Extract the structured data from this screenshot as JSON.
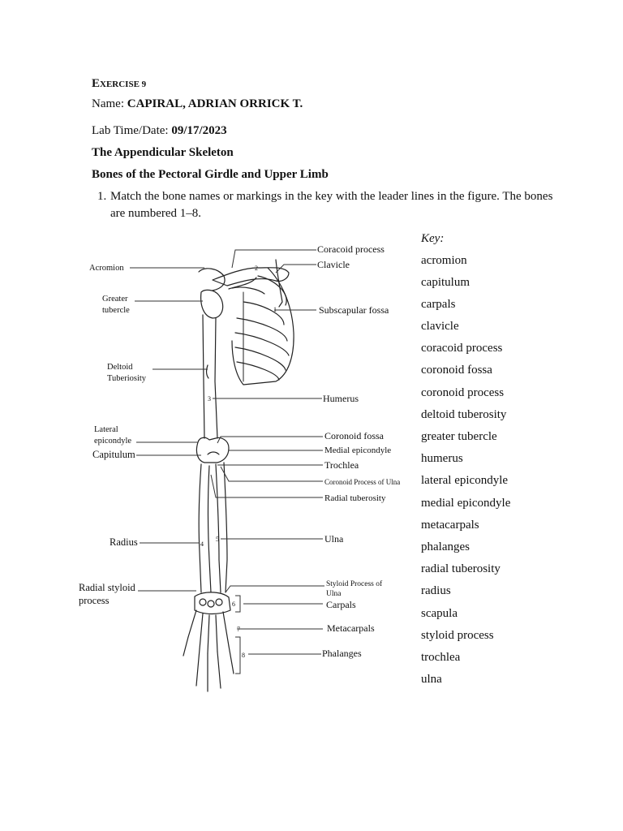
{
  "header": {
    "exercise_e": "E",
    "exercise_rest": "XERCISE 9",
    "name_label": "Name:",
    "name_value": "CAPIRAL, ADRIAN ORRICK T.",
    "lab_label": "Lab Time/Date:",
    "lab_value": "09/17/2023",
    "section_title": "The Appendicular Skeleton",
    "subsection_title": "Bones of the Pectoral Girdle and Upper Limb"
  },
  "question": {
    "number": "1.",
    "line1": "Match the bone names or markings in the key with the leader lines in the figure. The bones",
    "line2": "are numbered 1–8."
  },
  "figure": {
    "left_labels": {
      "acromion": "Acromion",
      "greater_1": "Greater",
      "greater_2": "tubercle",
      "deltoid_1": "Deltoid",
      "deltoid_2": "Tuberiosity",
      "lateral_1": "Lateral",
      "lateral_2": "epicondyle",
      "capitulum": "Capitulum",
      "radius": "Radius",
      "radial_styloid_1": "Radial styloid",
      "radial_styloid_2": "process"
    },
    "right_labels": {
      "coracoid": "Coracoid process",
      "clavicle": "Clavicle",
      "subscapular": "Subscapular fossa",
      "humerus": "Humerus",
      "coronoid_fossa": "Coronoid fossa",
      "medial_epicondyle": "Medial epicondyle",
      "trochlea": "Trochlea",
      "coronoid_process_ulna": "Coronoid Process of Ulna",
      "radial_tuberosity": "Radial tuberosity",
      "ulna": "Ulna",
      "styloid_ulna_1": "Styloid Process of",
      "styloid_ulna_2": "Ulna",
      "carpals": "Carpals",
      "metacarpals": "Metacarpals",
      "phalanges": "Phalanges"
    },
    "numbers": {
      "n1": "1",
      "n2": "2",
      "n3": "3",
      "n4": "4",
      "n5": "5",
      "n6": "6",
      "n7": "7",
      "n8": "8"
    }
  },
  "key": {
    "title": "Key:",
    "items": [
      "acromion",
      "capitulum",
      "carpals",
      "clavicle",
      "coracoid process",
      "coronoid fossa",
      "coronoid process",
      "deltoid tuberosity",
      "greater tubercle",
      "humerus",
      "lateral epicondyle",
      "medial epicondyle",
      "metacarpals",
      "phalanges",
      "radial tuberosity",
      "radius",
      "scapula",
      "styloid process",
      "trochlea",
      "ulna"
    ]
  }
}
